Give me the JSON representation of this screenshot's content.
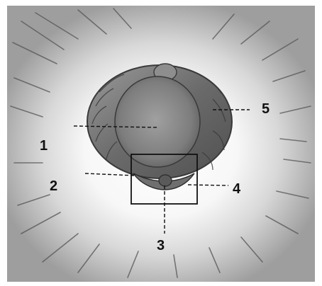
{
  "figure": {
    "labels": {
      "l1": "1",
      "l2": "2",
      "l3": "3",
      "l4": "4",
      "l5": "5"
    },
    "colors": {
      "background": "#ffffff",
      "skin": "#b9b9b9",
      "ring": "#7a7a7a",
      "center": "#8a8a8a",
      "line": "#111111"
    }
  }
}
